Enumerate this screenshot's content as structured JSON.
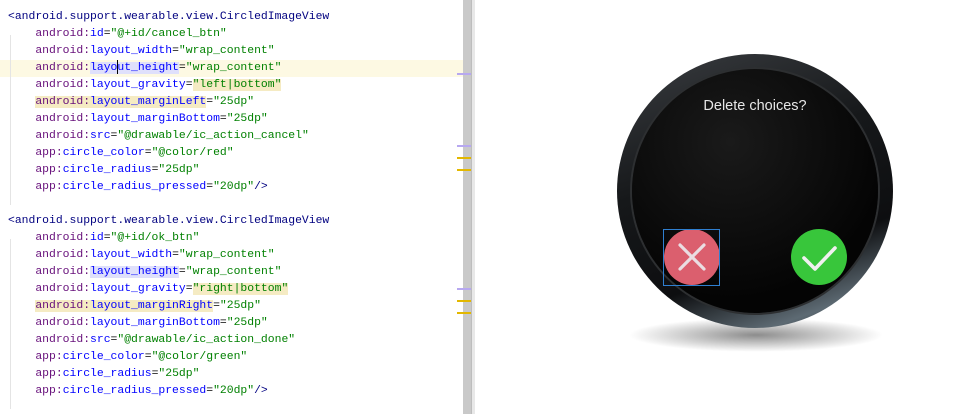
{
  "editor": {
    "blocks": [
      {
        "tag": "<android.support.wearable.view.CircledImageView",
        "attrs": [
          {
            "ns": "android:",
            "name": "id",
            "value": "\"@+id/cancel_btn\""
          },
          {
            "ns": "android:",
            "name": "layout_width",
            "value": "\"wrap_content\""
          },
          {
            "ns": "android:",
            "name": "layout_height",
            "value": "\"wrap_content\"",
            "hl": "name-blue",
            "current": true
          },
          {
            "ns": "android:",
            "name": "layout_gravity",
            "value": "\"left|bottom\"",
            "hl": "value-yellow"
          },
          {
            "ns": "android:",
            "name": "layout_marginLeft",
            "value": "\"25dp\"",
            "hl": "whole-yellow"
          },
          {
            "ns": "android:",
            "name": "layout_marginBottom",
            "value": "\"25dp\""
          },
          {
            "ns": "android:",
            "name": "src",
            "value": "\"@drawable/ic_action_cancel\""
          },
          {
            "ns": "app:",
            "name": "circle_color",
            "value": "\"@color/red\""
          },
          {
            "ns": "app:",
            "name": "circle_radius",
            "value": "\"25dp\""
          },
          {
            "ns": "app:",
            "name": "circle_radius_pressed",
            "value": "\"20dp\"",
            "end": "/>"
          }
        ]
      },
      {
        "tag": "<android.support.wearable.view.CircledImageView",
        "attrs": [
          {
            "ns": "android:",
            "name": "id",
            "value": "\"@+id/ok_btn\""
          },
          {
            "ns": "android:",
            "name": "layout_width",
            "value": "\"wrap_content\""
          },
          {
            "ns": "android:",
            "name": "layout_height",
            "value": "\"wrap_content\"",
            "hl": "name-blue"
          },
          {
            "ns": "android:",
            "name": "layout_gravity",
            "value": "\"right|bottom\"",
            "hl": "value-yellow"
          },
          {
            "ns": "android:",
            "name": "layout_marginRight",
            "value": "\"25dp\"",
            "hl": "whole-yellow"
          },
          {
            "ns": "android:",
            "name": "layout_marginBottom",
            "value": "\"25dp\""
          },
          {
            "ns": "android:",
            "name": "src",
            "value": "\"@drawable/ic_action_done\""
          },
          {
            "ns": "app:",
            "name": "circle_color",
            "value": "\"@color/green\""
          },
          {
            "ns": "app:",
            "name": "circle_radius",
            "value": "\"25dp\""
          },
          {
            "ns": "app:",
            "name": "circle_radius_pressed",
            "value": "\"20dp\"",
            "end": "/>"
          }
        ]
      }
    ]
  },
  "preview": {
    "dialog_title": "Delete choices?",
    "cancel_icon": "close-icon",
    "ok_icon": "check-icon",
    "colors": {
      "red": "#db5f6e",
      "green": "#38c63b",
      "selection": "#2f7fd0"
    }
  }
}
